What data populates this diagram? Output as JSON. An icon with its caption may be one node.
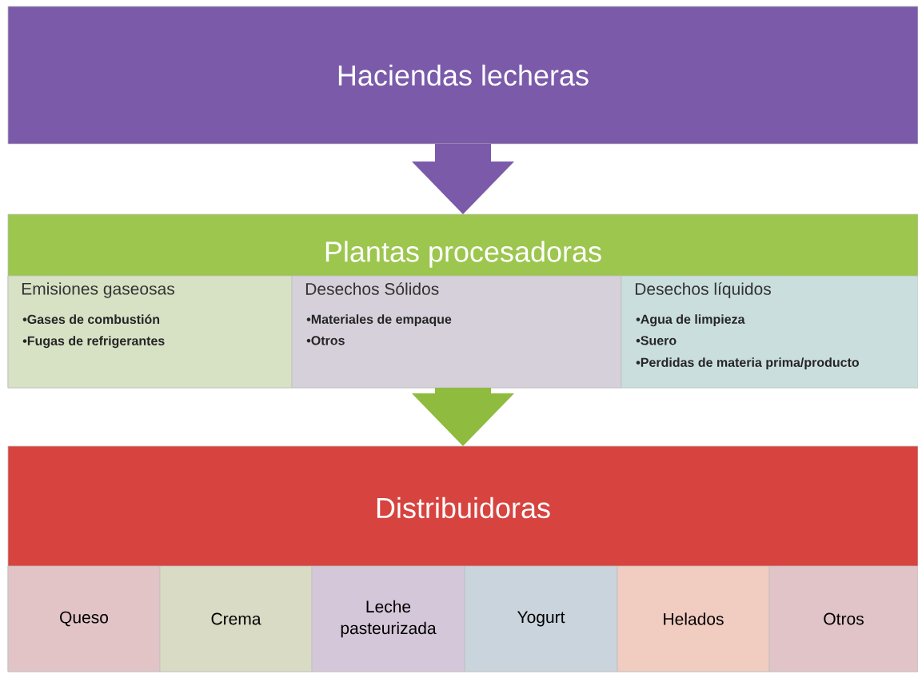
{
  "diagram": {
    "nodes": [
      {
        "text": [
          "Haciendas lecheras"
        ]
      },
      {
        "text": [
          "Plantas procesadoras"
        ]
      },
      {
        "text": [
          "Emisiones gaseosas",
          "•Gases de combustión",
          "•Fugas de refrigerantes"
        ],
        "in": 1
      },
      {
        "text": [
          "Desechos Sólidos",
          "•Materiales de empaque",
          "•Otros"
        ],
        "in": 1
      },
      {
        "text": [
          "Desechos líquidos",
          "•Agua de limpieza",
          "•Suero",
          "•Perdidas de materia prima/producto"
        ],
        "in": 1
      },
      {
        "text": [
          "Distribuidoras"
        ]
      },
      {
        "text": [
          "Queso"
        ],
        "in": 5
      },
      {
        "text": [
          "Crema"
        ],
        "in": 5
      },
      {
        "text": [
          "Leche pasteurizada"
        ],
        "in": 5
      },
      {
        "text": [
          "Yogurt"
        ],
        "in": 5
      },
      {
        "text": [
          "Helados"
        ],
        "in": 5
      },
      {
        "text": [
          "Otros"
        ],
        "in": 5
      }
    ],
    "edges": [
      {
        "from": 0,
        "to": 1,
        "arrow": "to",
        "color": "#7b5aaa"
      },
      {
        "from": 1,
        "to": 5,
        "arrow": "to",
        "color": "#8fbb3f"
      }
    ]
  }
}
